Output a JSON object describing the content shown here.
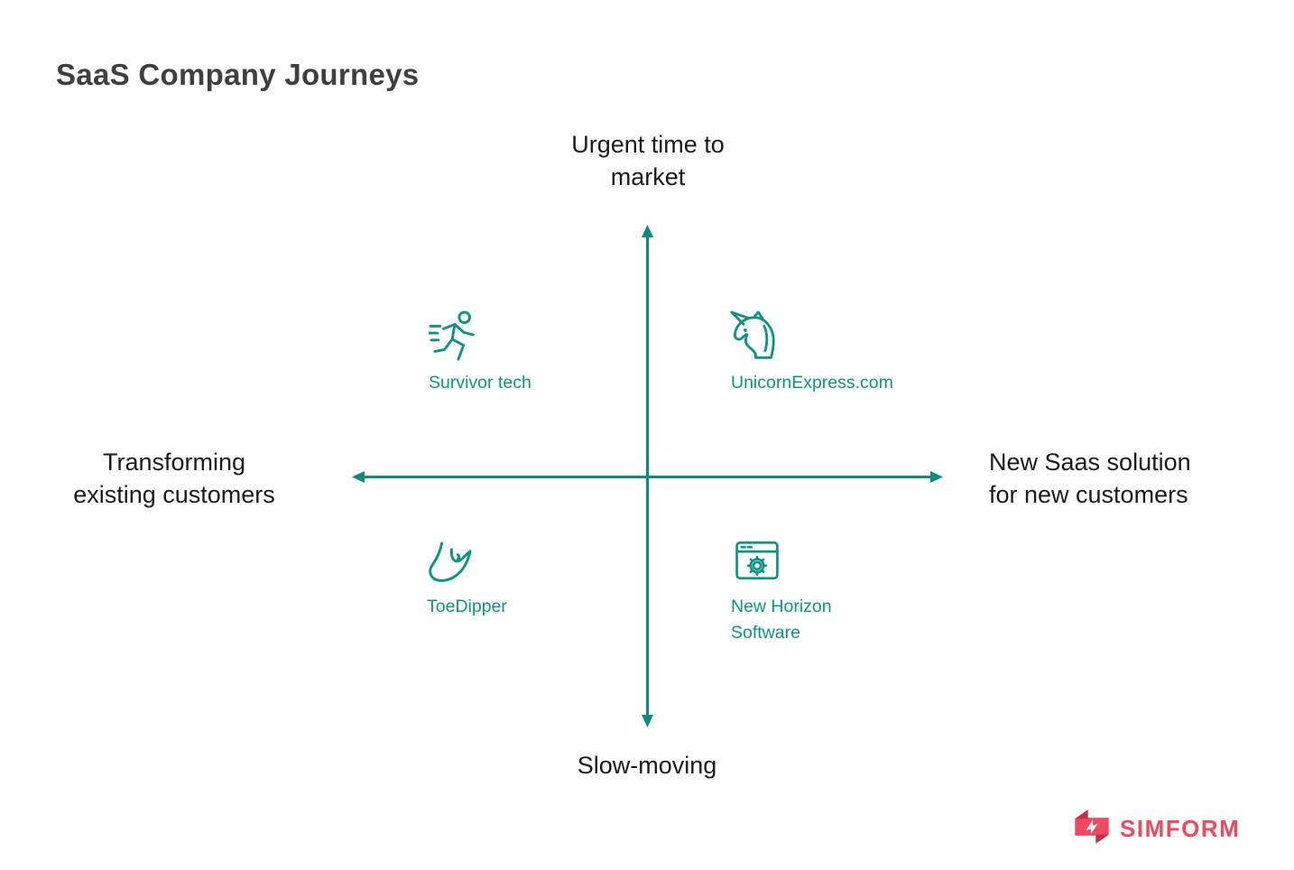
{
  "page": {
    "title": "SaaS Company Journeys"
  },
  "axes": {
    "top": "Urgent time to\nmarket",
    "bottom": "Slow-moving",
    "left": "Transforming\nexisting customers",
    "right": "New Saas solution\nfor new customers"
  },
  "quadrants": [
    {
      "position": "top-left",
      "icon": "runner-icon",
      "label": "Survivor tech"
    },
    {
      "position": "top-right",
      "icon": "unicorn-icon",
      "label": "UnicornExpress.com"
    },
    {
      "position": "bottom-left",
      "icon": "foot-icon",
      "label": "ToeDipper"
    },
    {
      "position": "bottom-right",
      "icon": "browser-gear-icon",
      "label": "New Horizon\nSoftware"
    }
  ],
  "branding": {
    "logo_text": "SIMFORM"
  },
  "colors": {
    "background": "#FFFFFF",
    "title_text": "#3F3F3F",
    "axis_label_text": "#1A1A1A",
    "axis_line": "#0E8A80",
    "quadrant_accent": "#0E9384",
    "brand_primary": "#EE4A5F",
    "brand_dark": "#C82F47"
  }
}
